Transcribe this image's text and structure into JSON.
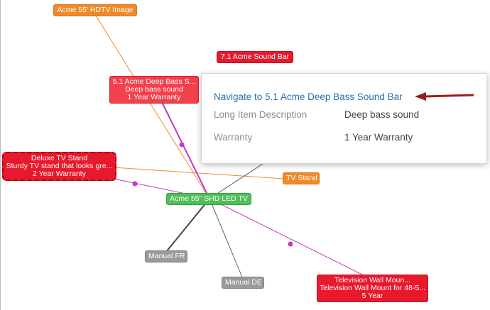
{
  "nodes": {
    "hdtv_image": {
      "lines": [
        "Acme 55' HDTV Image"
      ]
    },
    "sound_bar_71": {
      "lines": [
        "7.1 Acme Sound Bar"
      ]
    },
    "deep_bass": {
      "lines": [
        "5.1 Acme Deep Bass S...",
        "Deep bass sound",
        "1 Year Warranty"
      ]
    },
    "deluxe_stand": {
      "lines": [
        "Deluxe TV Stand",
        "Sturdy TV stand that looks gre...",
        "2 Year Warranty"
      ]
    },
    "tv_stand": {
      "lines": [
        "TV Stand"
      ]
    },
    "center_tv": {
      "lines": [
        "Acme 55\" SHD LED TV"
      ]
    },
    "manual_fr": {
      "lines": [
        "Manual FR"
      ]
    },
    "manual_de": {
      "lines": [
        "Manual DE"
      ]
    },
    "wall_mount": {
      "lines": [
        "Television Wall Moun...",
        "Television Wall Mount for 48-5...",
        "5 Year"
      ]
    }
  },
  "tooltip": {
    "link": "Navigate to 5.1 Acme Deep Bass Sound Bar",
    "rows": [
      {
        "label": "Long Item Description",
        "value": "Deep bass sound"
      },
      {
        "label": "Warranty",
        "value": "1 Year Warranty"
      }
    ]
  },
  "colors": {
    "orange": "#ef8a2a",
    "red": "#e8192c",
    "green": "#4fbf5a",
    "grey": "#9a9a9a",
    "link": "#2c6fb0",
    "arrow": "#9b1b1b",
    "magenta_edge": "#c837c8"
  }
}
